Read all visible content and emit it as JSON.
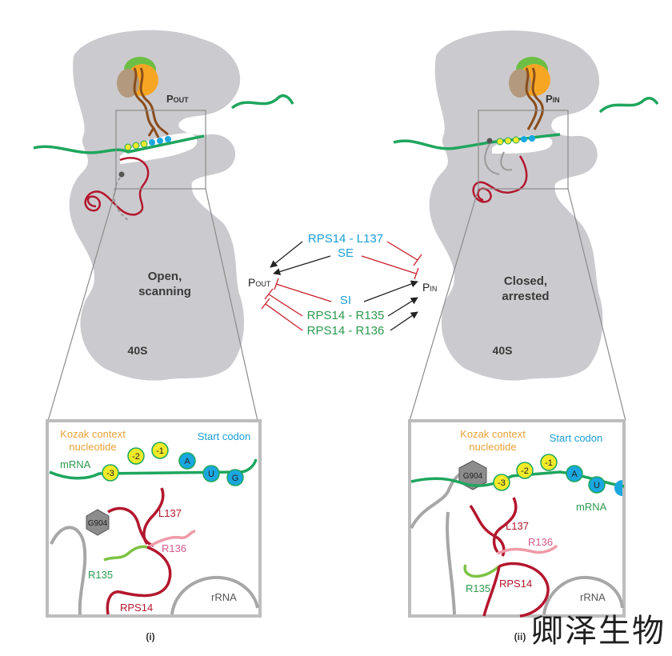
{
  "colors": {
    "subunit": "#cbcbcf",
    "mrna": "#1fa65e",
    "rps14": "#b3172e",
    "rps14_light": "#ef9aa8",
    "trna": "#8a4d1c",
    "kozak": "#f2ea2a",
    "start_codon": "#1aa7df",
    "r135": "#7cc242",
    "cyan_text": "#1a9fd6",
    "green_text": "#2c9a4e",
    "red_inhibit": "#c8202b",
    "orange_text": "#e9a23b",
    "rrna": "#a7a7a7",
    "g904": "#8c8c8c"
  },
  "left_panel": {
    "state_line1": "Open,",
    "state_line2": "scanning",
    "subunit": "40S",
    "p_state_main": "P",
    "p_state_sub": "OUT",
    "inset": {
      "kozak_line1": "Kozak context",
      "kozak_line2": "nucleotide",
      "start_codon": "Start codon",
      "mrna": "mRNA",
      "kozak_nts": [
        "-3",
        "-2",
        "-1"
      ],
      "codon_nts": [
        "A",
        "U",
        "G"
      ],
      "g904": "G904",
      "l137": "L137",
      "r136": "R136",
      "r135": "R135",
      "rps14": "RPS14",
      "rrna": "rRNA"
    },
    "caption": "(i)"
  },
  "right_panel": {
    "state_line1": "Closed,",
    "state_line2": "arrested",
    "subunit": "40S",
    "p_state_main": "P",
    "p_state_sub": "IN",
    "inset": {
      "kozak_line1": "Kozak context",
      "kozak_line2": "nucleotide",
      "start_codon": "Start codon",
      "mrna": "mRNA",
      "kozak_nts": [
        "-3",
        "-2",
        "-1"
      ],
      "codon_nts": [
        "A",
        "U"
      ],
      "g904": "G904",
      "l137": "L137",
      "r136": "R136",
      "r135": "R135",
      "rps14": "RPS14",
      "rrna": "rRNA"
    },
    "caption": "(ii)"
  },
  "center": {
    "pout_main": "P",
    "pout_sub": "OUT",
    "pin_main": "P",
    "pin_sub": "IN",
    "factors": [
      "RPS14 - L137",
      "SE",
      "SI",
      "RPS14 - R135",
      "RPS14 - R136"
    ]
  },
  "watermark": "卿泽生物"
}
